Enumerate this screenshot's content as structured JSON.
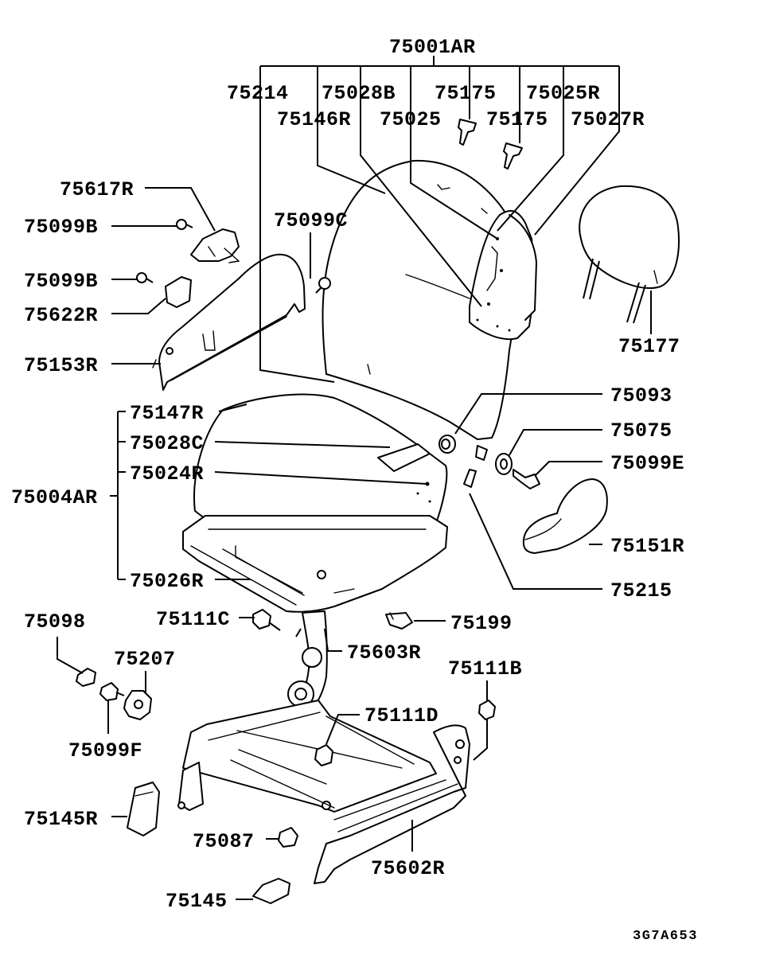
{
  "labels": {
    "l75001AR": "75001AR",
    "l75214": "75214",
    "l75028B": "75028B",
    "l75175a": "75175",
    "l75025R": "75025R",
    "l75146R": "75146R",
    "l75025": "75025",
    "l75175b": "75175",
    "l75027R": "75027R",
    "l75617R": "75617R",
    "l75099Ba": "75099B",
    "l75099C": "75099C",
    "l75099Bb": "75099B",
    "l75622R": "75622R",
    "l75153R": "75153R",
    "l75177": "75177",
    "l75093": "75093",
    "l75075": "75075",
    "l75099E": "75099E",
    "l75151R": "75151R",
    "l75215": "75215",
    "l75147R": "75147R",
    "l75028C": "75028C",
    "l75024R": "75024R",
    "l75004AR": "75004AR",
    "l75026R": "75026R",
    "l75098": "75098",
    "l75111C": "75111C",
    "l75199": "75199",
    "l75207": "75207",
    "l75603R": "75603R",
    "l75111B": "75111B",
    "l75111D": "75111D",
    "l75099F": "75099F",
    "l75145R": "75145R",
    "l75087": "75087",
    "l75602R": "75602R",
    "l75145": "75145"
  },
  "diagram_code": "3G7A653"
}
